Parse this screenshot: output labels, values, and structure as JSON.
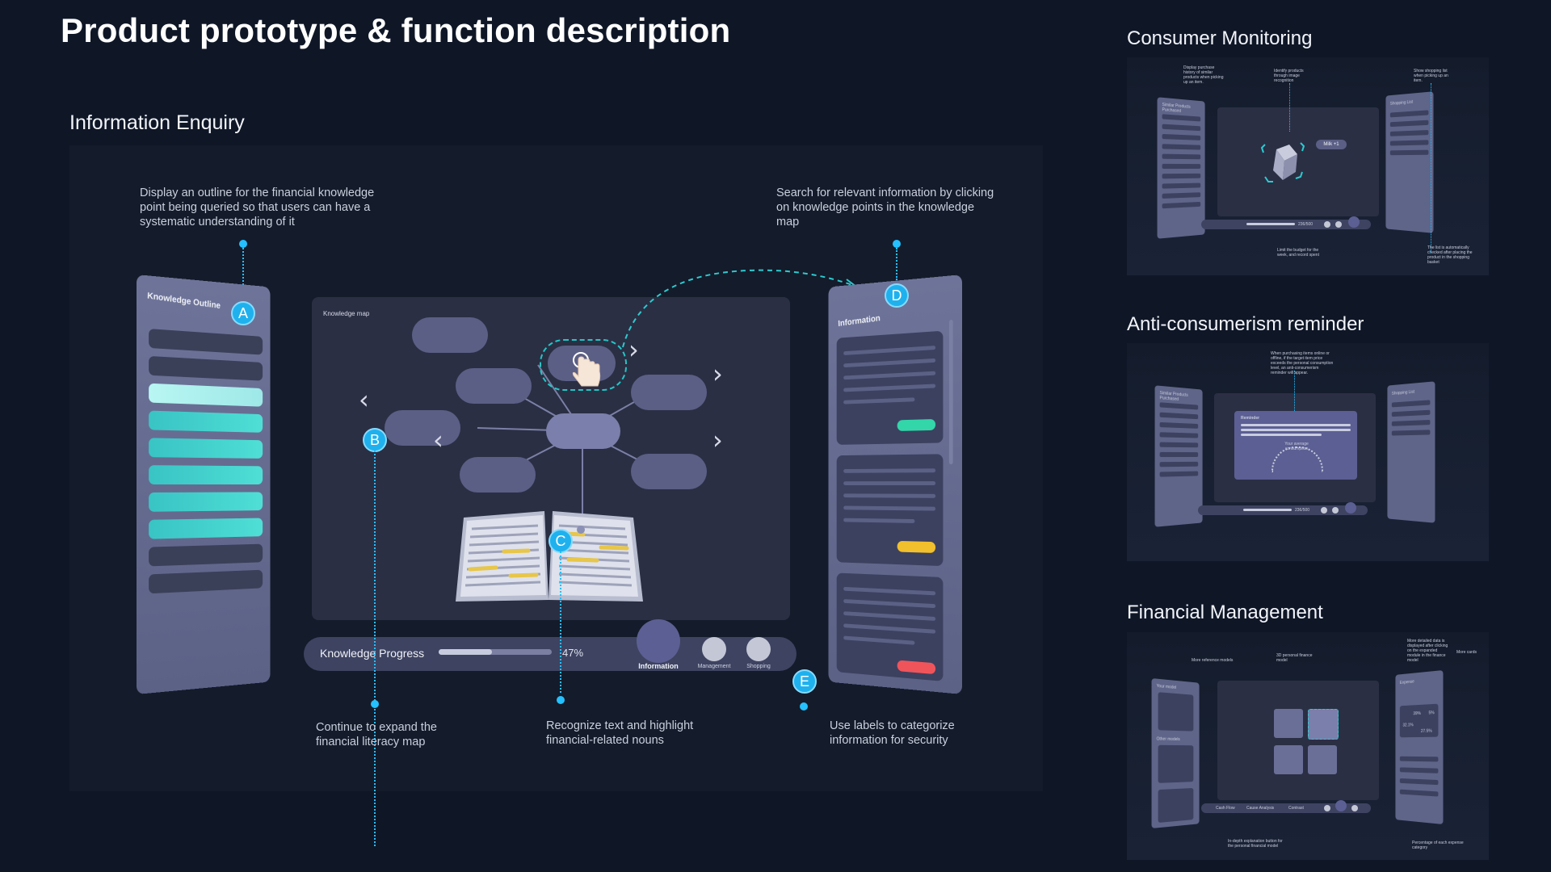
{
  "page": {
    "title": "Product prototype & function description"
  },
  "enquiry": {
    "section_title": "Information Enquiry",
    "notes": {
      "outline": "Display an outline for the financial knowledge point being queried so that users can have a systematic understanding of it",
      "search": "Search for relevant information by clicking on knowledge points in the knowledge map",
      "expand": "Continue to expand the financial literacy map",
      "recognize": "Recognize text and highlight financial-related nouns",
      "labels": "Use labels to categorize information for security"
    },
    "outline_panel": {
      "title": "Knowledge Outline"
    },
    "map_panel": {
      "title": "Knowledge map"
    },
    "info_panel": {
      "title": "Information"
    },
    "markers": {
      "a": "A",
      "b": "B",
      "c": "C",
      "d": "D",
      "e": "E"
    },
    "progress": {
      "label": "Knowledge Progress",
      "value_text": "47%",
      "fraction": 0.47
    },
    "nav": [
      {
        "label": "Information"
      },
      {
        "label": "Management"
      },
      {
        "label": "Shopping"
      }
    ],
    "colors": {
      "accent": "#25c0ff",
      "teal": "#3fd3cf",
      "yellow": "#f2c02c",
      "red": "#f0545b",
      "green": "#33d6a9"
    }
  },
  "thumbnails": {
    "consumer_monitoring": {
      "title": "Consumer Monitoring",
      "left_panel_title": "Similar Products Purchased",
      "right_panel_title": "Shopping List",
      "chip": "Milk +1",
      "budget_text": "236/500",
      "notes": {
        "history": "Display purchase history of similar products when picking up an item.",
        "identify": "Identify products through image recognition",
        "list": "Show shopping list when picking up an item.",
        "budget": "Limit the budget for the week, and record spent",
        "checked": "The list is automatically checked after placing the product in the shopping basket"
      }
    },
    "reminder": {
      "title": "Anti-consumerism reminder",
      "left_panel_title": "Similar Products Purchased",
      "right_panel_title": "Shopping List",
      "dialog_title": "Reminder",
      "gauge_label": "Your average consumption",
      "budget_text": "236/500",
      "note": "When purchasing items online or offline, if the target item price exceeds the personal consumption level, an anti-consumerism reminder will appear."
    },
    "financial": {
      "title": "Financial Management",
      "left_panel_title": "Your model",
      "left_panel_subtitle": "Other models",
      "right_panel_title": "Expense",
      "tabs": [
        "Cash Flow",
        "Cause Analysis",
        "Contrast"
      ],
      "values": [
        "39%",
        "5%",
        "32.1%",
        "27.5%"
      ],
      "notes": {
        "reference": "More reference models",
        "model3d": "3D personal finance model",
        "details": "More detailed data is displayed after clicking on the expanded module in the finance model",
        "more": "More cards",
        "analysis": "In-depth explanation button for the personal financial model",
        "percent": "Percentage of each expense category"
      }
    }
  }
}
